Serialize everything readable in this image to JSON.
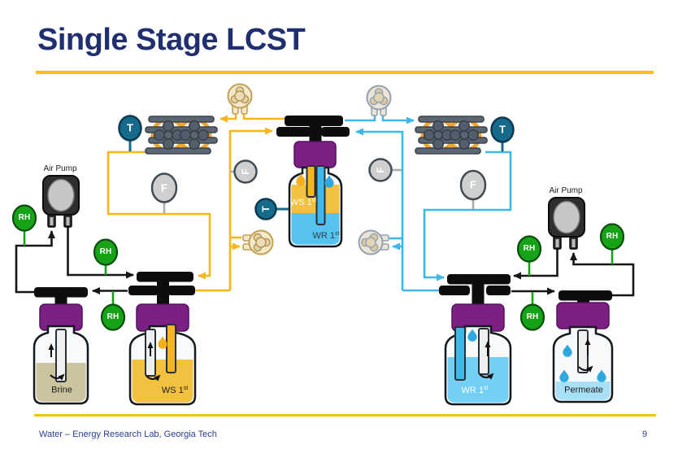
{
  "slide": {
    "title": "Single Stage LCST",
    "footer": "Water – Energy Research Lab, Georgia Tech",
    "page_number": "9"
  },
  "labels": {
    "air_pump": "Air Pump",
    "rh": "RH",
    "t": "T",
    "f": "F",
    "brine": "Brine",
    "permeate": "Permeate",
    "ws_base": "WS 1",
    "wr_base": "WR 1",
    "sup": "st"
  },
  "colors": {
    "title_navy": "#1F2F70",
    "accent_gold": "#FFC000",
    "warm_line_yellow": "#F7B61E",
    "cold_line_blue": "#3FB8E9",
    "ws_liquid_yellow": "#F2C140",
    "wr_liquid_blue": "#74CFF4",
    "brine_liquid_khaki": "#CBC49F",
    "permeate_liquid_blue": "#A8E0F7",
    "cap_purple": "#7D2083",
    "rh_sensor_green": "#17A317",
    "t_sensor_teal": "#176B8A",
    "f_sensor_gray": "#CFCFCF"
  }
}
